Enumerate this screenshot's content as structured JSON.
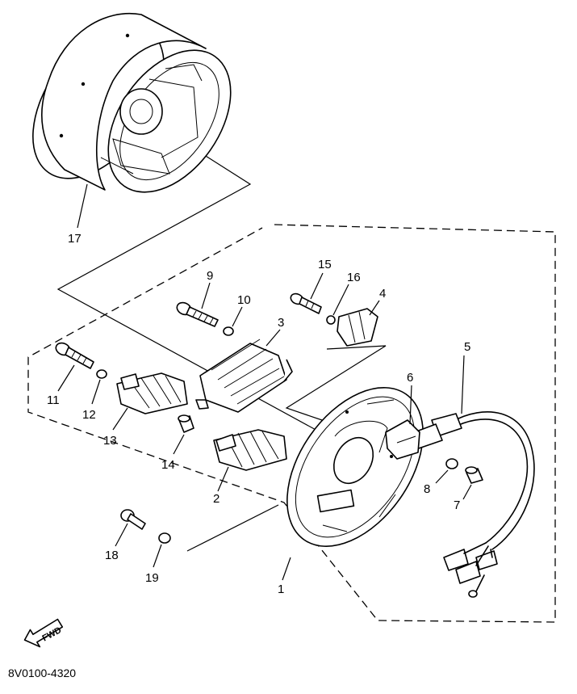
{
  "callouts": {
    "p1": "1",
    "p2": "2",
    "p3": "3",
    "p4": "4",
    "p5": "5",
    "p6": "6",
    "p7": "7",
    "p8": "8",
    "p9": "9",
    "p10": "10",
    "p11": "11",
    "p12": "12",
    "p13": "13",
    "p14": "14",
    "p15": "15",
    "p16": "16",
    "p17": "17",
    "p18": "18",
    "p19": "19"
  },
  "fwd_label": "FWD",
  "drawing_code": "8V0100-4320"
}
